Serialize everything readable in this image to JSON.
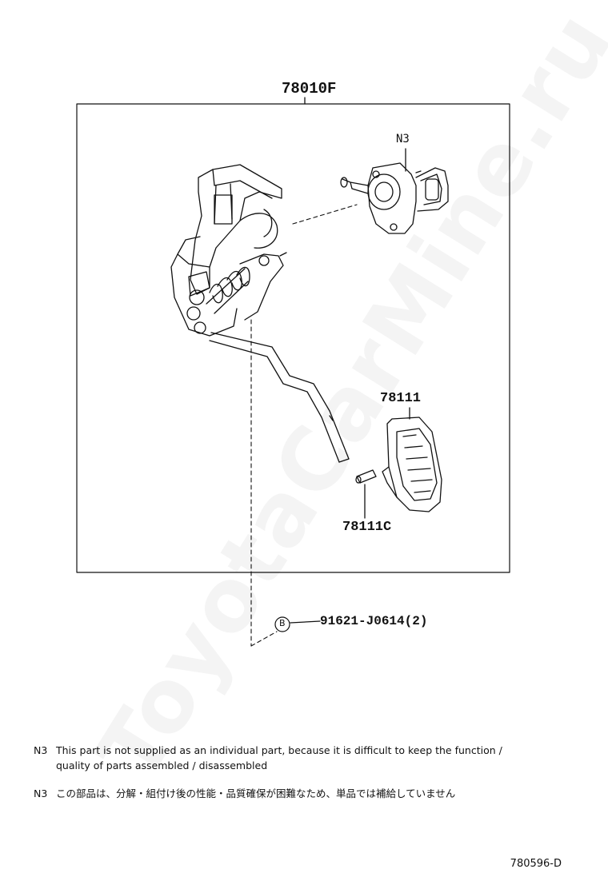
{
  "watermark": "ToyotaCarMine.ru",
  "callouts": {
    "assembly": "78010F",
    "sensor": "N3",
    "pad": "78111",
    "pin": "78111C",
    "bolt": "91621-J0614(2)",
    "bolt_marker": "B"
  },
  "notes": [
    {
      "tag": "N3",
      "line1": "This part is not supplied as an individual part, because it is difficult to keep the function /",
      "line2": "quality of parts assembled / disassembled"
    },
    {
      "tag": "N3",
      "line1": "この部品は、分解・組付け後の性能・品質確保が困難なため、単品では補給していません"
    }
  ],
  "drawing_id": "780596-D",
  "colors": {
    "ink": "#111111",
    "background": "#ffffff"
  }
}
